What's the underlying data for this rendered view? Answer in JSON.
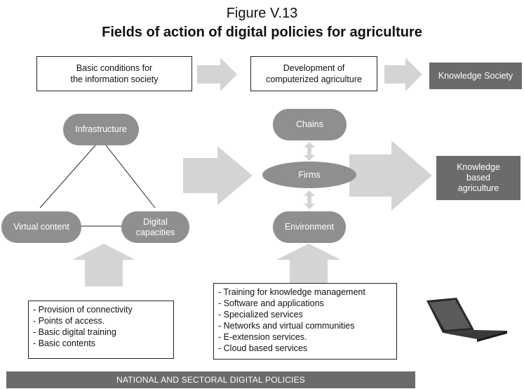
{
  "figure": {
    "label": "Figure V.13",
    "title": "Fields of action of digital policies for agriculture"
  },
  "top_row": {
    "basic_conditions": "Basic conditions for\nthe information society",
    "development": "Development of\ncomputerized agriculture",
    "knowledge_society": "Knowledge Society"
  },
  "left_triangle": {
    "infrastructure": "Infrastructure",
    "virtual_content": "Virtual content",
    "digital_capacities": "Digital\ncapacities"
  },
  "center_cluster": {
    "chains": "Chains",
    "firms": "Firms",
    "environment": "Environment"
  },
  "knowledge_based": "Knowledge\nbased\nagriculture",
  "left_list": [
    "- Provision of connectivity",
    "- Points of access.",
    "- Basic digital training",
    "- Basic contents"
  ],
  "center_list": [
    "- Training for knowledge management",
    "- Software and applications",
    "- Specialized services",
    "- Networks and virtual communities",
    "- E-extension services.",
    "- Cloud based services"
  ],
  "footer": "NATIONAL AND SECTORAL DIGITAL POLICIES",
  "colors": {
    "arrow": "#d4d4d4",
    "dark_box": "#6b6b6b",
    "pill": "#8f8f8f"
  },
  "icons": {
    "laptop": "laptop-icon"
  }
}
